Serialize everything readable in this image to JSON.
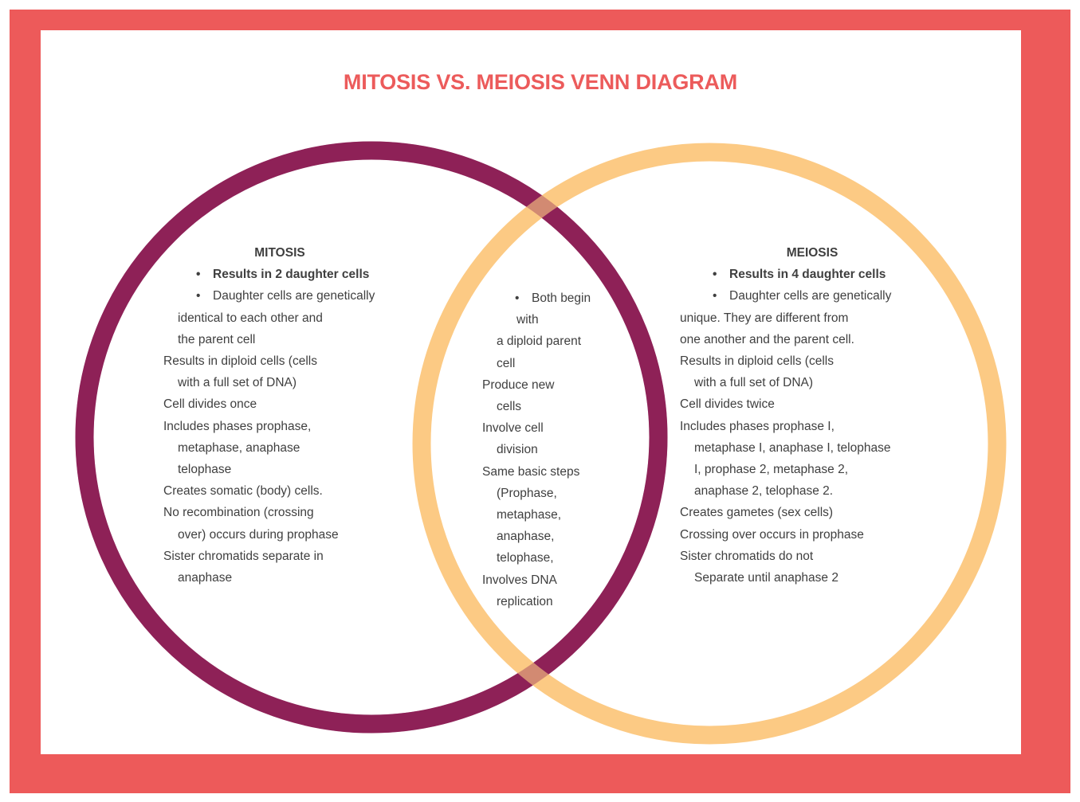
{
  "title": "MITOSIS VS. MEIOSIS VENN DIAGRAM",
  "colors": {
    "frame": "#ED5A5A",
    "title": "#EC5B5B",
    "background": "#FFFFFF",
    "mitosis_circle": "#8E2157",
    "meiosis_circle": "#FCCA84",
    "text": "#3F3F3F"
  },
  "venn": {
    "left": {
      "heading": "MITOSIS",
      "lines": [
        {
          "text": "Results in 2 daughter cells",
          "bullet": true,
          "bold": true
        },
        {
          "text": "Daughter cells are genetically",
          "bullet": true
        },
        {
          "text": "identical to each other and",
          "indent": 1
        },
        {
          "text": "the parent cell",
          "indent": 1
        },
        {
          "text": "Results in diploid cells (cells"
        },
        {
          "text": "with a full set of DNA)",
          "indent": 1
        },
        {
          "text": "Cell divides once"
        },
        {
          "text": "Includes phases prophase,"
        },
        {
          "text": "metaphase, anaphase",
          "indent": 1
        },
        {
          "text": "telophase",
          "indent": 1
        },
        {
          "text": "Creates somatic (body) cells."
        },
        {
          "text": "No recombination (crossing"
        },
        {
          "text": "over) occurs during prophase",
          "indent": 1
        },
        {
          "text": "Sister chromatids separate in"
        },
        {
          "text": "anaphase",
          "indent": 1
        }
      ]
    },
    "middle": {
      "lines": [
        {
          "text": "Both begin",
          "bullet": true
        },
        {
          "text": "with",
          "indent": 2
        },
        {
          "text": "a diploid parent",
          "indent": 1
        },
        {
          "text": "cell",
          "indent": 1
        },
        {
          "text": "Produce new"
        },
        {
          "text": "cells",
          "indent": 1
        },
        {
          "text": "Involve cell"
        },
        {
          "text": "division",
          "indent": 1
        },
        {
          "text": "Same basic steps"
        },
        {
          "text": "(Prophase,",
          "indent": 1
        },
        {
          "text": "metaphase,",
          "indent": 1
        },
        {
          "text": "anaphase,",
          "indent": 1
        },
        {
          "text": "telophase,",
          "indent": 1
        },
        {
          "text": "Involves DNA"
        },
        {
          "text": "replication",
          "indent": 1
        }
      ]
    },
    "right": {
      "heading": "MEIOSIS",
      "lines": [
        {
          "text": "Results in 4 daughter cells",
          "bullet": true,
          "bold": true
        },
        {
          "text": "Daughter cells are genetically",
          "bullet": true
        },
        {
          "text": "unique. They are different from"
        },
        {
          "text": "one another and the parent cell."
        },
        {
          "text": "Results in diploid cells (cells"
        },
        {
          "text": "with a full set of DNA)",
          "indent": 1
        },
        {
          "text": "Cell divides twice"
        },
        {
          "text": "Includes phases prophase I,"
        },
        {
          "text": "metaphase I, anaphase I, telophase",
          "indent": 1
        },
        {
          "text": "I, prophase 2, metaphase 2,",
          "indent": 1
        },
        {
          "text": "anaphase 2, telophase 2.",
          "indent": 1
        },
        {
          "text": "Creates gametes (sex cells)"
        },
        {
          "text": "Crossing over occurs in prophase"
        },
        {
          "text": "Sister chromatids do not"
        },
        {
          "text": "Separate until anaphase 2",
          "indent": 1
        }
      ]
    }
  }
}
